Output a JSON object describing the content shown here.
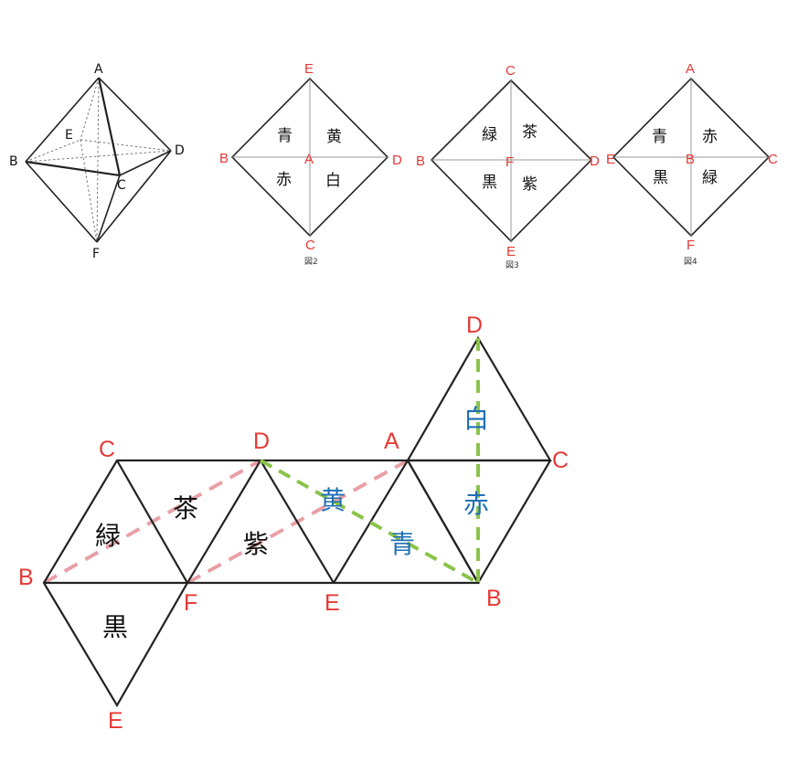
{
  "octahedron": {
    "vertices": {
      "A": "A",
      "B": "B",
      "C": "C",
      "D": "D",
      "E": "E",
      "F": "F"
    }
  },
  "fig2": {
    "caption": "図2",
    "labels": {
      "top": "E",
      "left": "B",
      "center": "A",
      "right": "D",
      "bottom": "C"
    },
    "cells": {
      "tl": "青",
      "tr": "黄",
      "bl": "赤",
      "br": "白"
    }
  },
  "fig3": {
    "caption": "図3",
    "labels": {
      "top": "C",
      "left": "B",
      "center": "F",
      "right": "D",
      "bottom": "E"
    },
    "cells": {
      "tl": "緑",
      "tr": "茶",
      "bl": "黒",
      "br": "紫"
    }
  },
  "fig4": {
    "caption": "図4",
    "labels": {
      "top": "A",
      "left": "E",
      "center": "B",
      "right": "C",
      "bottom": "F"
    },
    "cells": {
      "tl": "青",
      "tr": "赤",
      "bl": "黒",
      "br": "緑"
    }
  },
  "net": {
    "vertices": {
      "C_left": "C",
      "D_mid": "D",
      "A_top": "A",
      "D_top": "D",
      "C_right": "C",
      "B_left": "B",
      "F": "F",
      "E_mid": "E",
      "B_right": "B",
      "E_bottom": "E"
    },
    "faces": {
      "green": "緑",
      "brown": "茶",
      "purple": "紫",
      "yellow": "黄",
      "blue": "青",
      "white": "白",
      "red": "赤",
      "black": "黒"
    }
  },
  "colors": {
    "label_red": "#e53935",
    "face_blue": "#1f6fb5",
    "dash_pink": "#e8a0a6",
    "dash_green": "#8bc34a"
  }
}
